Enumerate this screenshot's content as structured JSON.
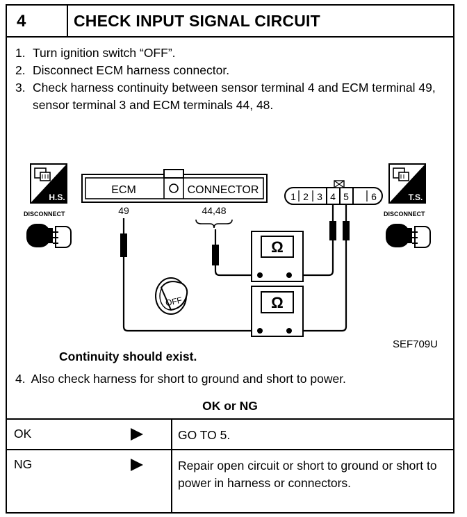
{
  "header": {
    "step_number": "4",
    "title": "CHECK INPUT SIGNAL CIRCUIT"
  },
  "steps": [
    {
      "num": "1.",
      "text": "Turn ignition switch “OFF”."
    },
    {
      "num": "2.",
      "text": "Disconnect ECM harness connector."
    },
    {
      "num": "3.",
      "text": "Check harness continuity between sensor terminal 4 and ECM terminal 49, sensor terminal 3 and ECM terminals 44, 48."
    }
  ],
  "diagram": {
    "left_badge": "H.S.",
    "right_badge": "T.S.",
    "disconnect_label": "DISCONNECT",
    "ecm_label": "ECM",
    "connector_label": "CONNECTOR",
    "terminal_49": "49",
    "terminal_44_48": "44,48",
    "sensor_terminals": [
      "1",
      "2",
      "3",
      "4",
      "5",
      "6"
    ],
    "ohm_symbol": "Ω",
    "key_label": "OFF",
    "figure_id": "SEF709U"
  },
  "continuity_text": "Continuity should exist.",
  "step4": {
    "num": "4.",
    "text": "Also check harness for short to ground and short to power."
  },
  "result_heading": "OK or NG",
  "results": [
    {
      "label": "OK",
      "action": "GO TO 5."
    },
    {
      "label": "NG",
      "action": "Repair open circuit or short to ground or short to power in harness or connectors."
    }
  ]
}
